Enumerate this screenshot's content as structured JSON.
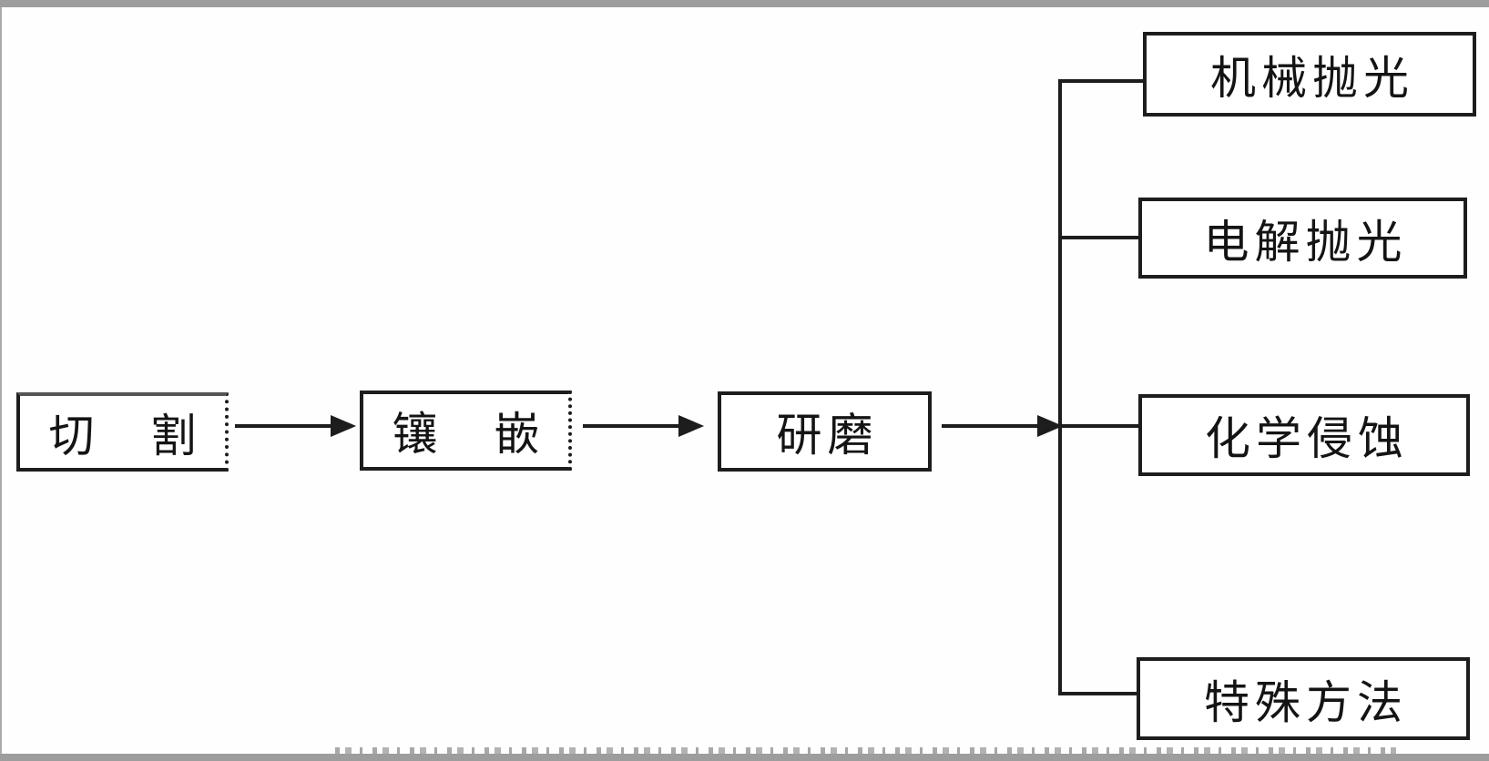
{
  "frame": {
    "bar_color": "#9d9d9d",
    "background": "#ffffff"
  },
  "diagram": {
    "type": "flowchart",
    "line_color": "#1d1d1d",
    "main_flow": [
      {
        "id": "cutting",
        "label": "切　割"
      },
      {
        "id": "mounting",
        "label": "镶　嵌"
      },
      {
        "id": "grinding",
        "label": "研磨"
      }
    ],
    "branches": [
      {
        "id": "mechanical-polishing",
        "label": "机械抛光"
      },
      {
        "id": "electrolytic-polishing",
        "label": "电解抛光"
      },
      {
        "id": "chemical-etching",
        "label": "化学侵蚀"
      },
      {
        "id": "special-methods",
        "label": "特殊方法"
      }
    ]
  }
}
